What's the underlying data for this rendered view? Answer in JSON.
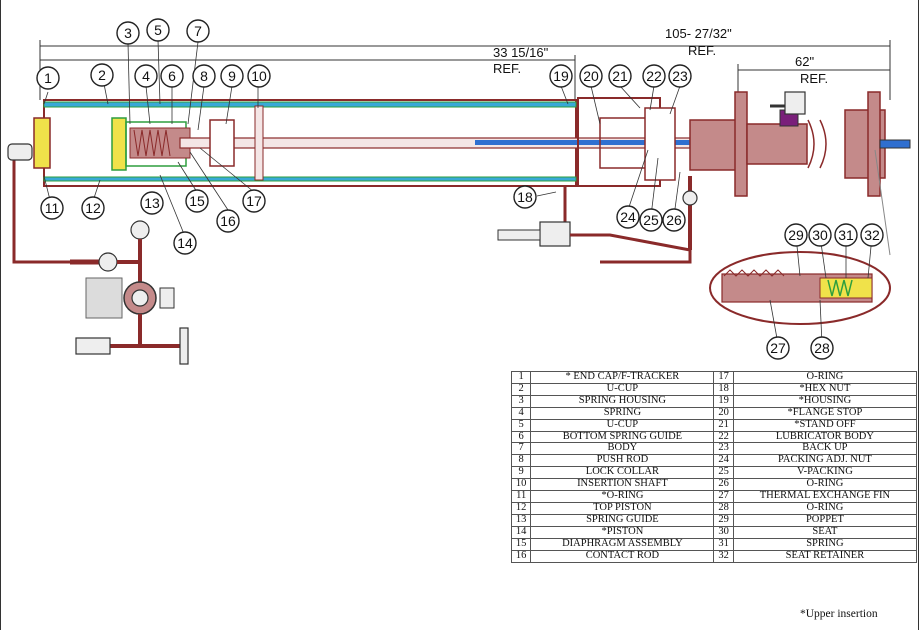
{
  "dimensions": {
    "overall": "105- 27/32\"",
    "overall_ref": "REF.",
    "partial": "33 15/16\"",
    "partial_ref": "REF.",
    "right": "62\"",
    "right_ref": "REF."
  },
  "callouts": [
    "1",
    "2",
    "3",
    "4",
    "5",
    "6",
    "7",
    "8",
    "9",
    "10",
    "11",
    "12",
    "13",
    "14",
    "15",
    "16",
    "17",
    "18",
    "19",
    "20",
    "21",
    "22",
    "23",
    "24",
    "25",
    "26",
    "27",
    "28",
    "29",
    "30",
    "31",
    "32"
  ],
  "parts": [
    {
      "num": "1",
      "name": "* END CAP/F-TRACKER",
      "num2": "17",
      "name2": "O-RING"
    },
    {
      "num": "2",
      "name": "U-CUP",
      "num2": "18",
      "name2": "*HEX NUT"
    },
    {
      "num": "3",
      "name": "SPRING HOUSING",
      "num2": "19",
      "name2": "*HOUSING"
    },
    {
      "num": "4",
      "name": "SPRING",
      "num2": "20",
      "name2": "*FLANGE STOP"
    },
    {
      "num": "5",
      "name": "U-CUP",
      "num2": "21",
      "name2": "*STAND OFF"
    },
    {
      "num": "6",
      "name": "BOTTOM SPRING GUIDE",
      "num2": "22",
      "name2": "LUBRICATOR BODY"
    },
    {
      "num": "7",
      "name": "BODY",
      "num2": "23",
      "name2": "BACK UP"
    },
    {
      "num": "8",
      "name": "PUSH ROD",
      "num2": "24",
      "name2": "PACKING ADJ. NUT"
    },
    {
      "num": "9",
      "name": "LOCK COLLAR",
      "num2": "25",
      "name2": "V-PACKING"
    },
    {
      "num": "10",
      "name": "INSERTION SHAFT",
      "num2": "26",
      "name2": "O-RING"
    },
    {
      "num": "11",
      "name": "*O-RING",
      "num2": "27",
      "name2": "THERMAL EXCHANGE FIN"
    },
    {
      "num": "12",
      "name": "TOP PISTON",
      "num2": "28",
      "name2": "O-RING"
    },
    {
      "num": "13",
      "name": "SPRING GUIDE",
      "num2": "29",
      "name2": "POPPET"
    },
    {
      "num": "14",
      "name": "*PISTON",
      "num2": "30",
      "name2": "SEAT"
    },
    {
      "num": "15",
      "name": "DIAPHRAGM ASSEMBLY",
      "num2": "31",
      "name2": "SPRING"
    },
    {
      "num": "16",
      "name": "CONTACT ROD",
      "num2": "32",
      "name2": "SEAT RETAINER"
    }
  ],
  "footnote": "*Upper insertion",
  "colors": {
    "maroon": "#8a2a2a",
    "maroon_fill": "#c48a8a",
    "green": "#2e9e3e",
    "cyan": "#39a9d6",
    "blue": "#2f6fd0",
    "yellow": "#f0e24a",
    "purple": "#7a1f7a"
  }
}
